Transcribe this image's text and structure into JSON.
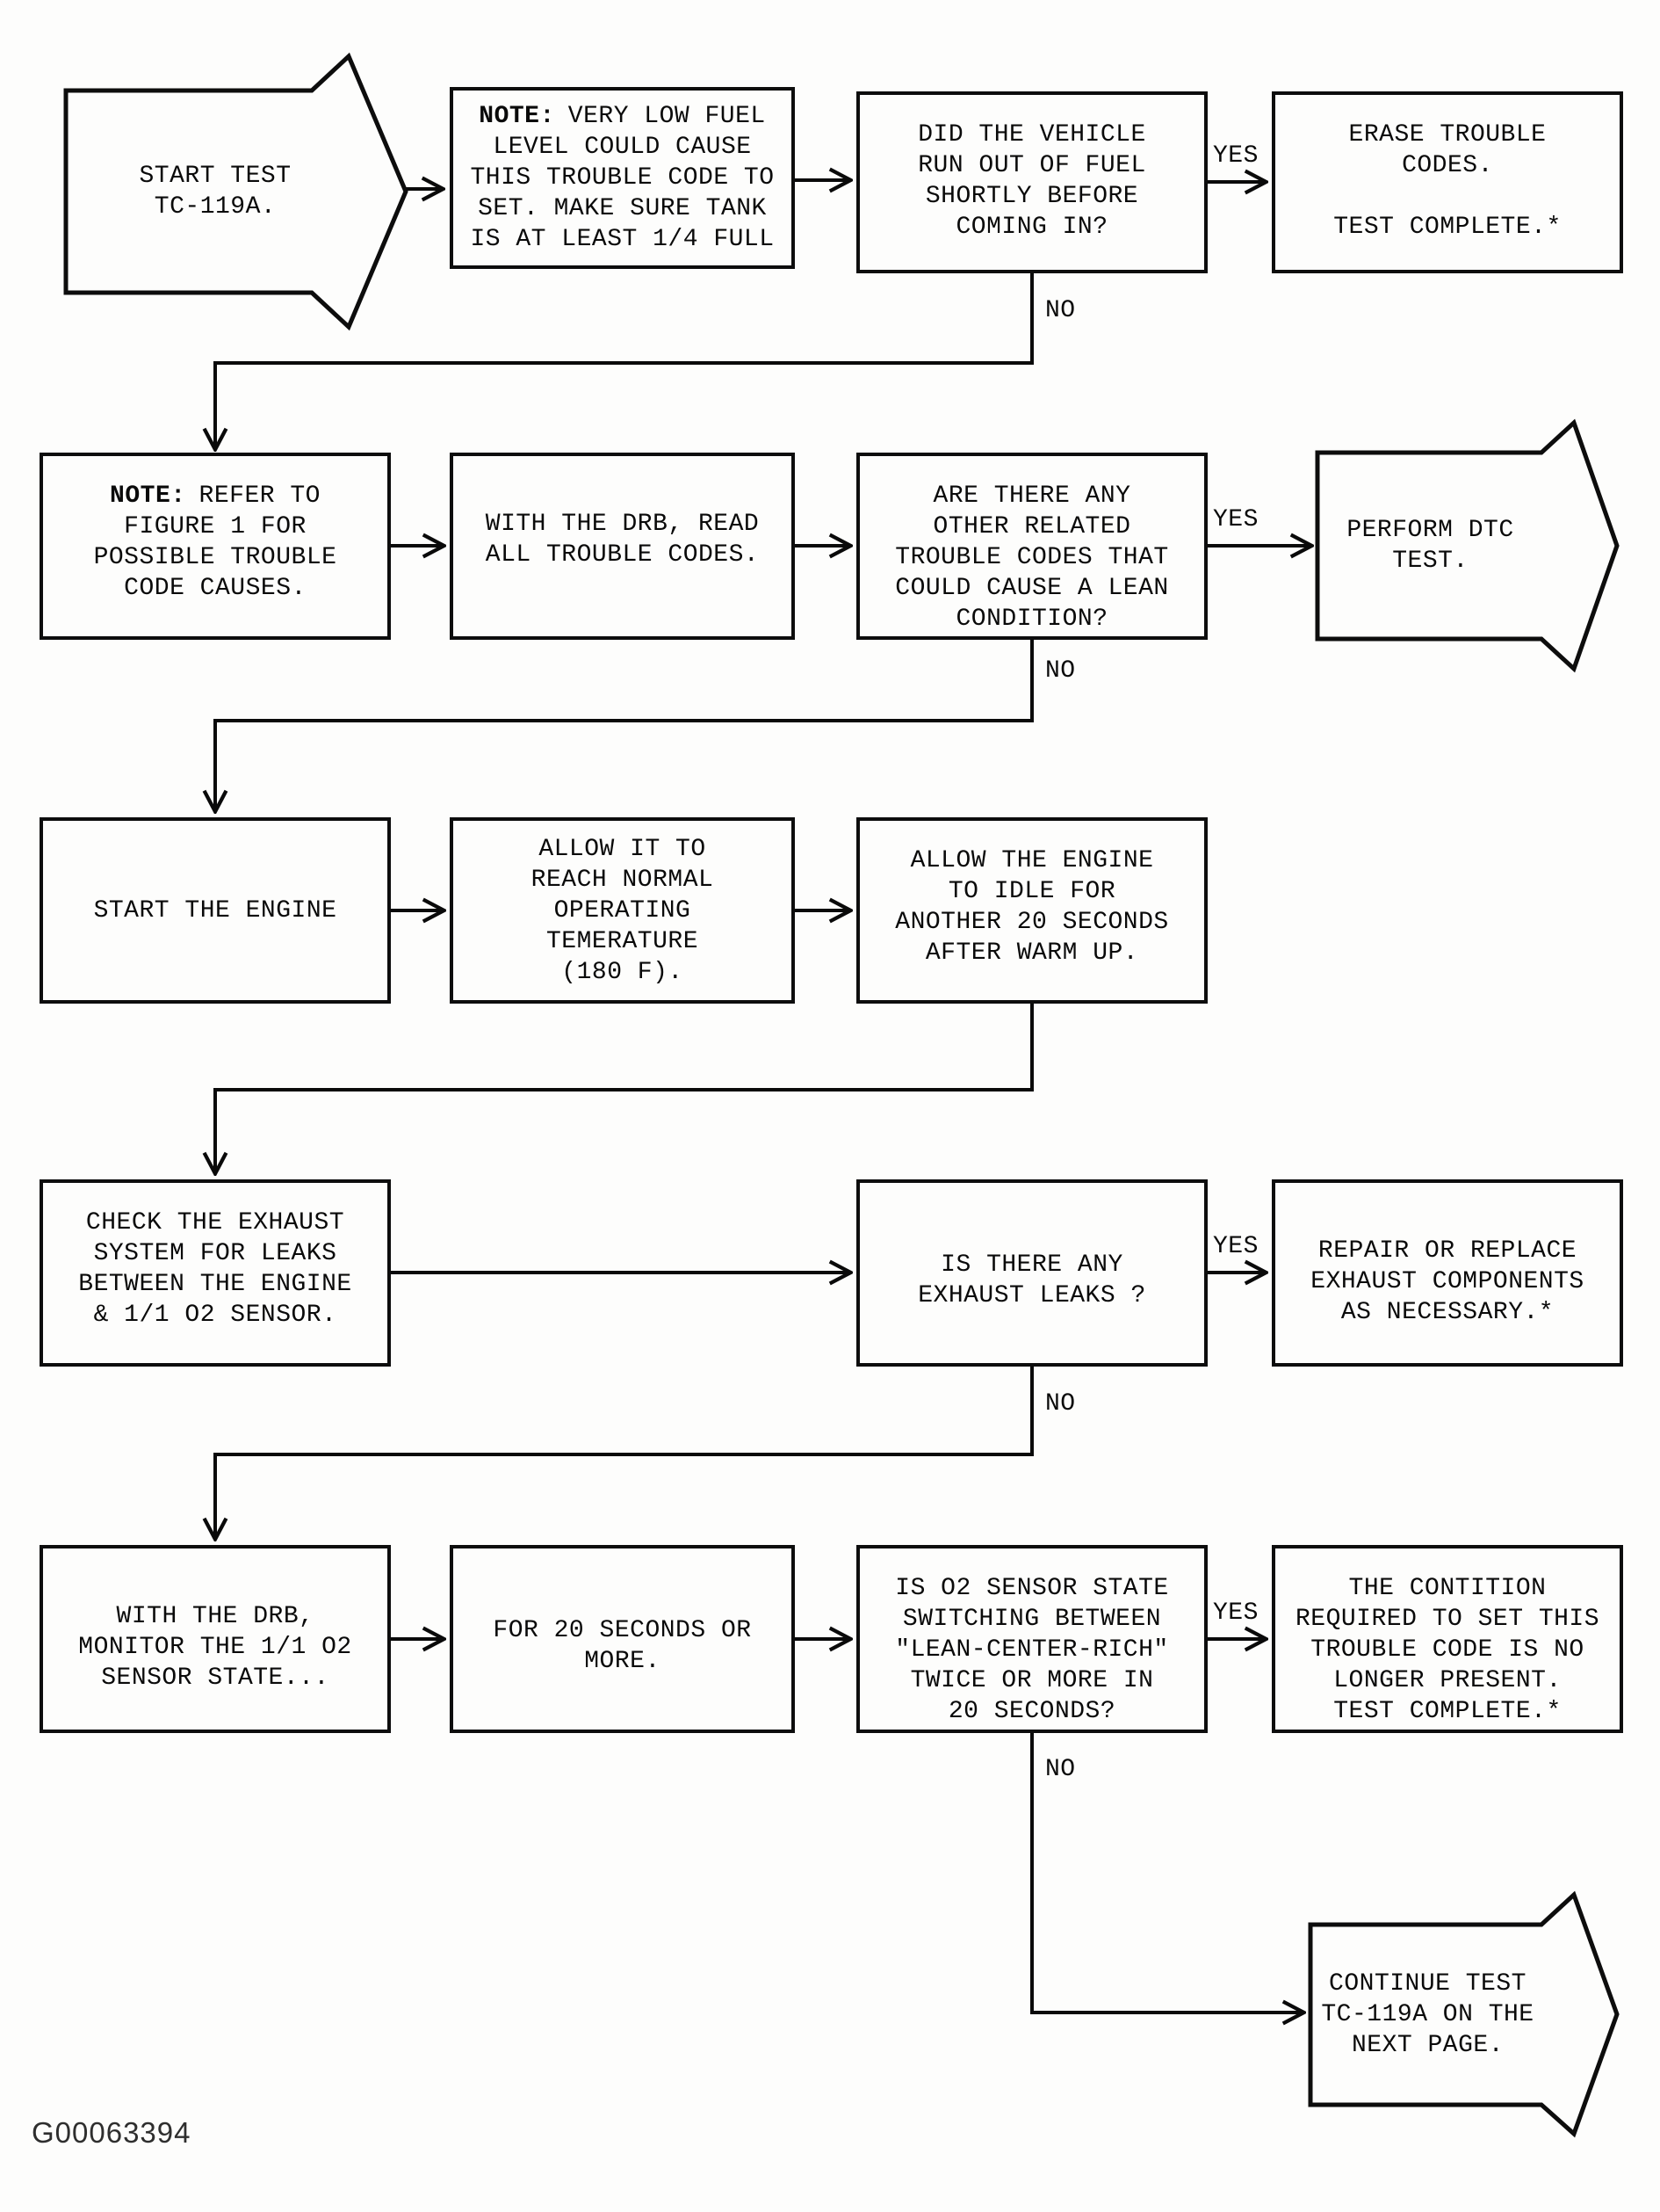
{
  "figure_code": "G00063394",
  "diagram": {
    "test_id": "TC-119A",
    "type": "diagnostic-flowchart"
  },
  "nodes": {
    "start": {
      "type": "start-arrow",
      "text": "START TEST\nTC-119A."
    },
    "note_fuel": {
      "type": "note",
      "prefix": "NOTE:",
      "text": "VERY LOW FUEL\nLEVEL COULD CAUSE\nTHIS TROUBLE CODE TO\nSET. MAKE SURE TANK\nIS AT LEAST 1/4 FULL"
    },
    "q_fuel": {
      "type": "decision",
      "text": "DID THE VEHICLE\nRUN OUT OF FUEL\nSHORTLY BEFORE\nCOMING IN?"
    },
    "erase": {
      "type": "terminal",
      "text": "ERASE TROUBLE\nCODES.\n\nTEST COMPLETE.*"
    },
    "note_refer": {
      "type": "note",
      "prefix": "NOTE:",
      "text": "REFER TO\nFIGURE 1 FOR\nPOSSIBLE TROUBLE\nCODE CAUSES."
    },
    "with_drb": {
      "type": "process",
      "text": "WITH THE DRB, READ\nALL TROUBLE CODES."
    },
    "q_related": {
      "type": "decision",
      "text": "ARE THERE ANY\nOTHER RELATED\nTROUBLE CODES THAT\nCOULD CAUSE A LEAN\nCONDITION?"
    },
    "perform_dtc": {
      "type": "offpage-arrow",
      "text": "PERFORM DTC\nTEST."
    },
    "start_engine": {
      "type": "process",
      "text": "START THE ENGINE"
    },
    "allow_reach": {
      "type": "process",
      "text": "ALLOW IT TO\nREACH NORMAL\nOPERATING\nTEMERATURE\n(180 F)."
    },
    "allow_idle": {
      "type": "process",
      "text": "ALLOW THE ENGINE\nTO IDLE FOR\nANOTHER 20 SECONDS\nAFTER WARM UP."
    },
    "check_exhaust": {
      "type": "process",
      "text": "CHECK THE EXHAUST\nSYSTEM FOR LEAKS\nBETWEEN THE ENGINE\n& 1/1 O2 SENSOR."
    },
    "q_leaks": {
      "type": "decision",
      "text": "IS THERE ANY\nEXHAUST LEAKS ?"
    },
    "repair": {
      "type": "terminal",
      "text": "REPAIR OR REPLACE\nEXHAUST COMPONENTS\nAS NECESSARY.*"
    },
    "monitor": {
      "type": "process",
      "text": "WITH THE DRB,\nMONITOR THE 1/1 O2\nSENSOR STATE..."
    },
    "for20": {
      "type": "process",
      "text": "FOR 20 SECONDS OR\nMORE."
    },
    "q_switching": {
      "type": "decision",
      "text": "IS O2 SENSOR STATE\nSWITCHING BETWEEN\n\"LEAN-CENTER-RICH\"\nTWICE OR MORE IN\n20 SECONDS?"
    },
    "condition_gone": {
      "type": "terminal",
      "text": "THE CONTITION\nREQUIRED TO SET THIS\nTROUBLE CODE IS NO\nLONGER PRESENT.\nTEST COMPLETE.*"
    },
    "continue_next": {
      "type": "offpage-arrow",
      "text": "CONTINUE TEST\nTC-119A ON THE\nNEXT PAGE."
    }
  },
  "edge_labels": {
    "fuel_yes": "YES",
    "fuel_no": "NO",
    "related_yes": "YES",
    "related_no": "NO",
    "leaks_yes": "YES",
    "leaks_no": "NO",
    "switching_yes": "YES",
    "switching_no": "NO"
  }
}
